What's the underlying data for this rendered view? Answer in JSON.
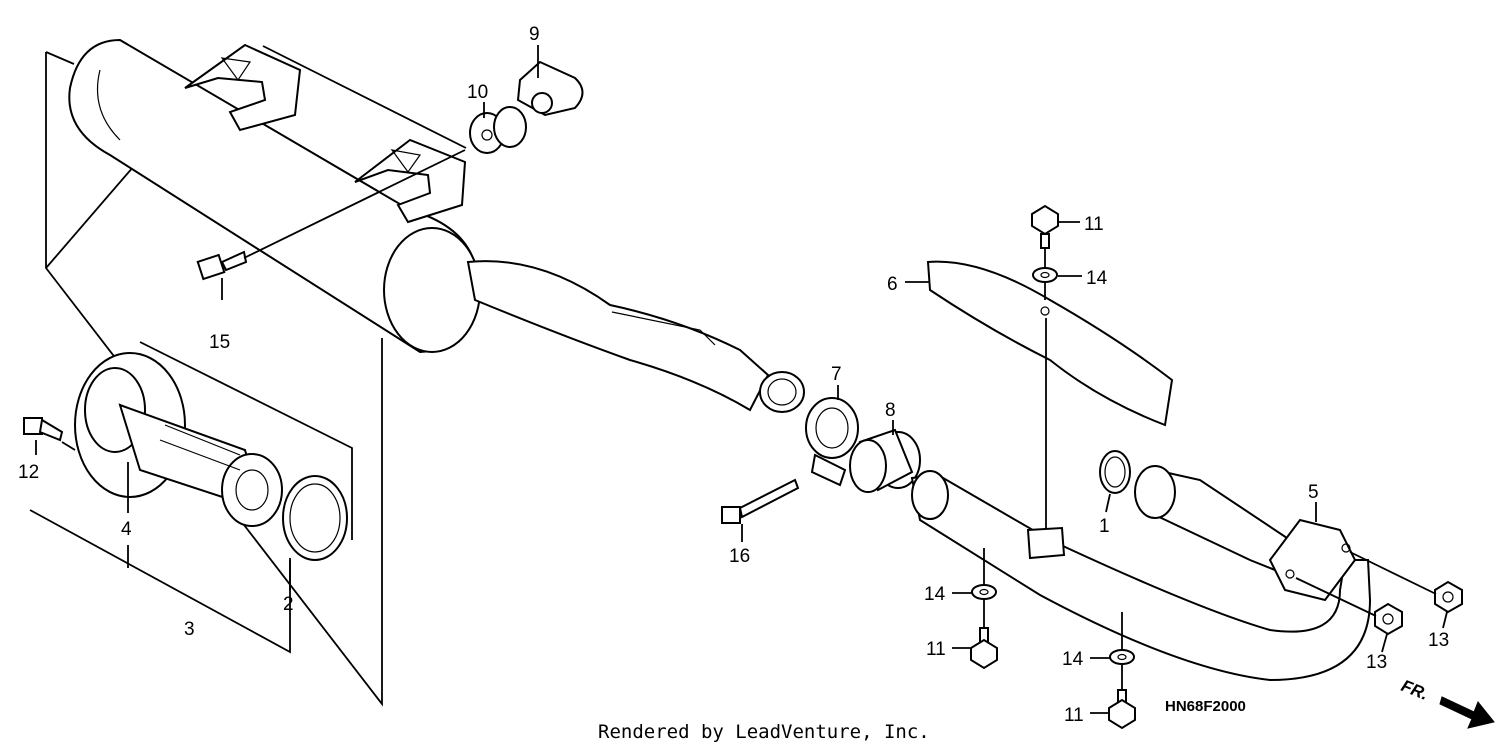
{
  "diagram": {
    "callouts": [
      {
        "id": "c9",
        "text": "9"
      },
      {
        "id": "c10",
        "text": "10"
      },
      {
        "id": "c15",
        "text": "15"
      },
      {
        "id": "c12",
        "text": "12"
      },
      {
        "id": "c4",
        "text": "4"
      },
      {
        "id": "c3",
        "text": "3"
      },
      {
        "id": "c2",
        "text": "2"
      },
      {
        "id": "c7",
        "text": "7"
      },
      {
        "id": "c8",
        "text": "8"
      },
      {
        "id": "c16",
        "text": "16"
      },
      {
        "id": "c6",
        "text": "6"
      },
      {
        "id": "c11a",
        "text": "11"
      },
      {
        "id": "c14a",
        "text": "14"
      },
      {
        "id": "c1",
        "text": "1"
      },
      {
        "id": "c5",
        "text": "5"
      },
      {
        "id": "c14b",
        "text": "14"
      },
      {
        "id": "c11b",
        "text": "11"
      },
      {
        "id": "c14c",
        "text": "14"
      },
      {
        "id": "c11c",
        "text": "11"
      },
      {
        "id": "c13a",
        "text": "13"
      },
      {
        "id": "c13b",
        "text": "13"
      }
    ],
    "diagram_code": "HN68F2000",
    "front_indicator": "FR.",
    "credit": "Rendered by LeadVenture, Inc."
  },
  "icons": {
    "front_arrow": "arrow-right-down-icon"
  }
}
